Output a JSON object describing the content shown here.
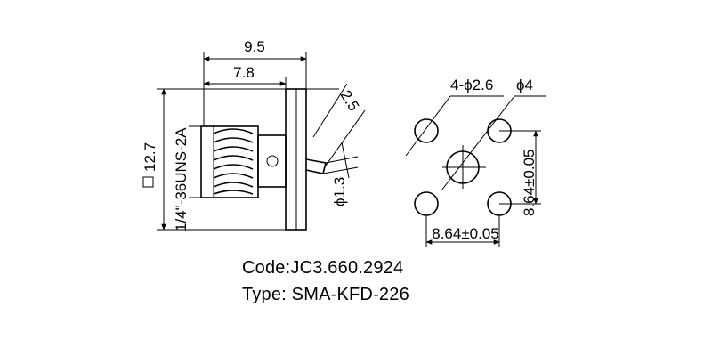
{
  "side_view": {
    "overall_length": "9.5",
    "flange_to_end": "7.8",
    "pin_offset": "2.5",
    "pin_diameter": "ϕ1.3",
    "flange_square": "12.7",
    "thread_spec": "1/4\"-36UNS-2A"
  },
  "front_view": {
    "mount_holes": "4-ϕ2.6",
    "center_hole": "ϕ4",
    "vertical_spacing": "8.64±0.05",
    "horizontal_spacing": "8.64±0.05"
  },
  "caption": {
    "code": "Code:JC3.660.2924",
    "type": "Type: SMA-KFD-226"
  }
}
